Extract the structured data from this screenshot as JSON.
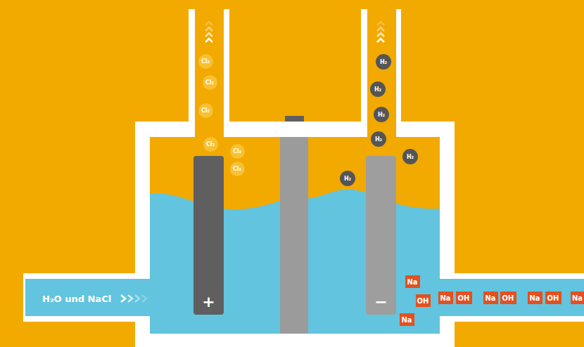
{
  "diagram": {
    "nodes": [
      {
        "text": [
          "Cl₂"
        ]
      },
      {
        "text": [
          "Cl₂"
        ]
      },
      {
        "text": [
          "Cl₂"
        ]
      },
      {
        "text": [
          "Cl₂"
        ]
      },
      {
        "text": [
          "Cl₂"
        ]
      },
      {
        "text": [
          "Cl₂"
        ]
      },
      {
        "text": [
          "H₂"
        ]
      },
      {
        "text": [
          "H₂"
        ]
      },
      {
        "text": [
          "H₂"
        ]
      },
      {
        "text": [
          "H₂"
        ]
      },
      {
        "text": [
          "H₂"
        ]
      },
      {
        "text": [
          "H₂"
        ]
      },
      {
        "text": [
          "+"
        ]
      },
      {
        "text": [
          "−"
        ]
      },
      {
        "text": [
          "H₂O und NaCl"
        ]
      },
      {
        "text": [
          "Na"
        ]
      },
      {
        "text": [
          "OH"
        ]
      },
      {
        "text": [
          "Na"
        ]
      },
      {
        "text": [
          "Na"
        ]
      },
      {
        "text": [
          "OH"
        ]
      },
      {
        "text": [
          "Na"
        ]
      },
      {
        "text": [
          "OH"
        ]
      },
      {
        "text": [
          "Na"
        ]
      },
      {
        "text": [
          "OH"
        ]
      },
      {
        "text": [
          "Na"
        ]
      }
    ]
  }
}
